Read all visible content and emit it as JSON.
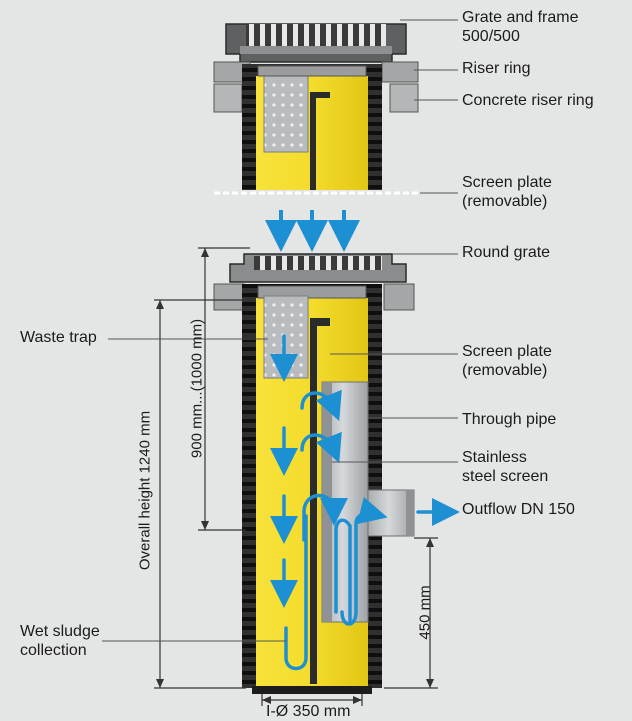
{
  "labels": {
    "grate_frame": [
      "Grate and frame",
      "500/500"
    ],
    "riser_ring": "Riser ring",
    "concrete_riser_ring": "Concrete riser ring",
    "screen_plate_top": [
      "Screen plate",
      "(removable)"
    ],
    "round_grate": "Round grate",
    "waste_trap": "Waste trap",
    "screen_plate_mid": [
      "Screen plate",
      "(removable)"
    ],
    "through_pipe": "Through pipe",
    "stainless_screen": [
      "Stainless",
      "steel screen"
    ],
    "outflow": "Outflow DN 150",
    "wet_sludge": [
      "Wet sludge",
      "collection"
    ],
    "diameter": "I-Ø 350 mm"
  },
  "dimensions": {
    "overall_height": "Overall height 1240 mm",
    "depth_range": "900 mm...(1000 mm)",
    "outlet_height": "450 mm"
  },
  "colors": {
    "background": "#e4e6e6",
    "yellow": "#f4dc2c",
    "yellow_dark": "#d9bd10",
    "body_grey": "#2f2f2f",
    "ring_grey": "#9c9ea0",
    "pipe_grey": "#bfc3c6",
    "flow_blue": "#1d8fd3",
    "leader_line": "#555555"
  }
}
